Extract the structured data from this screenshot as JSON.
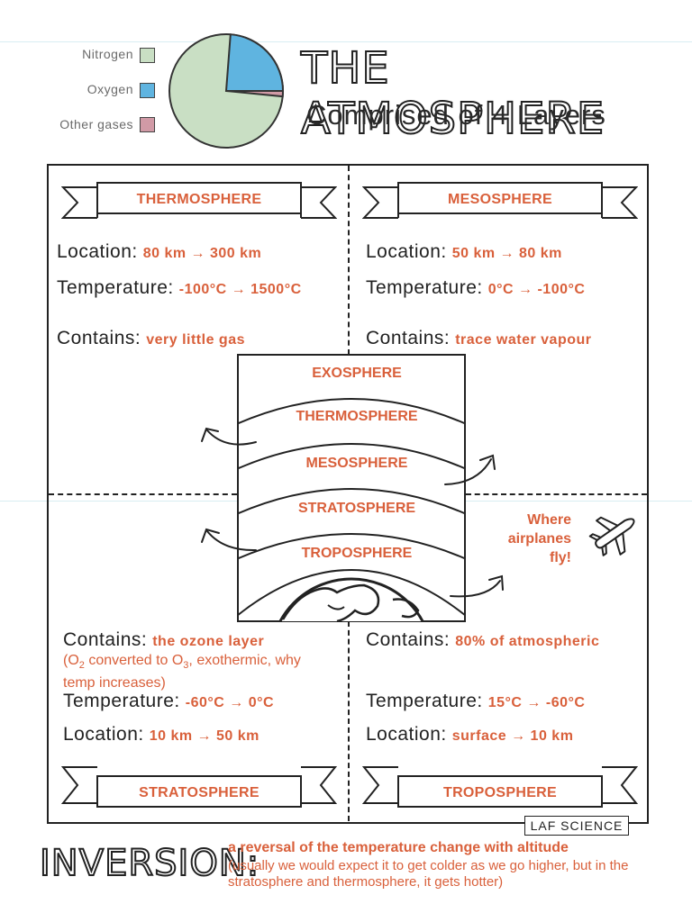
{
  "legend": {
    "nitrogen": "Nitrogen",
    "oxygen": "Oxygen",
    "other": "Other gases",
    "colors": {
      "nitrogen": "#c9dfc4",
      "oxygen": "#5fb4e0",
      "other": "#d19aa6"
    }
  },
  "pie": {
    "nitrogen_pct": 78,
    "oxygen_pct": 21,
    "other_pct": 1
  },
  "header": {
    "title": "THE ATMOSPHERE",
    "subtitle": "Comprised of 4 Layers"
  },
  "quadrants": {
    "thermosphere": {
      "banner": "THERMOSPHERE",
      "location_label": "Location:",
      "location": "80 km → 300 km",
      "temperature_label": "Temperature:",
      "temperature": "-100°C → 1500°C",
      "contains_label": "Contains:",
      "contains": "very little gas"
    },
    "mesosphere": {
      "banner": "MESOSPHERE",
      "location_label": "Location:",
      "location": "50 km → 80 km",
      "temperature_label": "Temperature:",
      "temperature": "0°C → -100°C",
      "contains_label": "Contains:",
      "contains": "trace water vapour"
    },
    "stratosphere": {
      "banner": "STRATOSPHERE",
      "contains_label": "Contains:",
      "contains": "the ozone layer",
      "note_before": "(O",
      "note_sub1": "2",
      "note_mid": " converted to O",
      "note_sub2": "3",
      "note_after": ", exothermic, why temp increases)",
      "temperature_label": "Temperature:",
      "temperature": "-60°C → 0°C",
      "location_label": "Location:",
      "location": "10 km → 50 km"
    },
    "troposphere": {
      "banner": "TROPOSPHERE",
      "contains_label": "Contains:",
      "contains": "80% of atmospheric",
      "temperature_label": "Temperature:",
      "temperature": "15°C → -60°C",
      "location_label": "Location:",
      "location": "surface → 10 km"
    }
  },
  "diagram": {
    "layers": [
      "EXOSPHERE",
      "THERMOSPHERE",
      "MESOSPHERE",
      "STRATOSPHERE",
      "TROPOSPHERE"
    ]
  },
  "airplane_note": {
    "line1": "Where",
    "line2": "airplanes",
    "line3": "fly!"
  },
  "credit": "LAF SCIENCE",
  "inversion": {
    "word": "INVERSION:",
    "definition": "a reversal of the temperature change with altitude",
    "note": "(usually we would expect it to get colder as we go higher, but in the stratosphere and thermosphere, it gets hotter)"
  }
}
